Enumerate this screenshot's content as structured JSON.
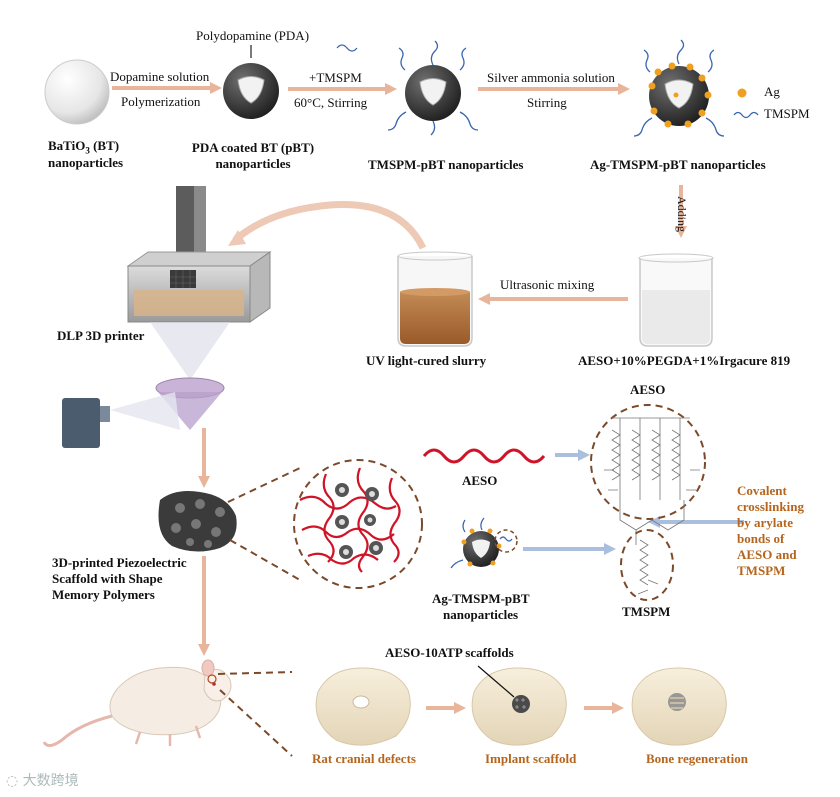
{
  "top_row": {
    "bt_label_line1": "BaTiO",
    "bt_label_sub": "3",
    "bt_label_line1_end": " (BT)",
    "bt_label_line2": "nanoparticles",
    "pda_label": "Polydopamine (PDA)",
    "step1_top": "Dopamine solution",
    "step1_bottom": "Polymerization",
    "pbt_label_line1": "PDA coated BT (pBT)",
    "pbt_label_line2": "nanoparticles",
    "step2_top": "+TMSPM",
    "step2_bottom": "60°C, Stirring",
    "tmspm_pbt_label": "TMSPM-pBT nanoparticles",
    "step3_top": "Silver ammonia solution",
    "step3_bottom": "Stirring",
    "ag_pbt_label": "Ag-TMSPM-pBT nanoparticles",
    "legend_ag": "Ag",
    "legend_tmspm": "TMSPM"
  },
  "middle_row": {
    "adding_label": "Adding",
    "ultrasonic_label": "Ultrasonic mixing",
    "slurry_label": "UV light-cured slurry",
    "resin_label": "AESO+10%PEGDA+1%Irgacure 819",
    "printer_label": "DLP 3D printer"
  },
  "scaffold_section": {
    "scaffold_line1": "3D-printed Piezoelectric",
    "scaffold_line2": "Scaffold with Shape",
    "scaffold_line3": "Memory Polymers",
    "aeso_chain_label": "AESO",
    "aeso_structure_label": "AESO",
    "particle_line1": "Ag-TMSPM-pBT",
    "particle_line2": "nanoparticles",
    "tmspm_structure_label": "TMSPM",
    "crosslink_line1": "Covalent",
    "crosslink_line2": "crosslinking",
    "crosslink_line3": "by arylate",
    "crosslink_line4": "bonds of",
    "crosslink_line5": "AESO and",
    "crosslink_line6": "TMSPM"
  },
  "bottom_row": {
    "scaffold_callout": "AESO-10ATP scaffolds",
    "defect_label": "Rat cranial defects",
    "implant_label": "Implant scaffold",
    "regen_label": "Bone regeneration"
  },
  "watermark": "大数跨境",
  "colors": {
    "arrow": "#e8b59a",
    "blue_arrow": "#aabfdd",
    "orange_text": "#b5651d",
    "red_chain": "#c8102e",
    "dashed_circle": "#7a4a2a",
    "ag_dot": "#f0a020"
  }
}
